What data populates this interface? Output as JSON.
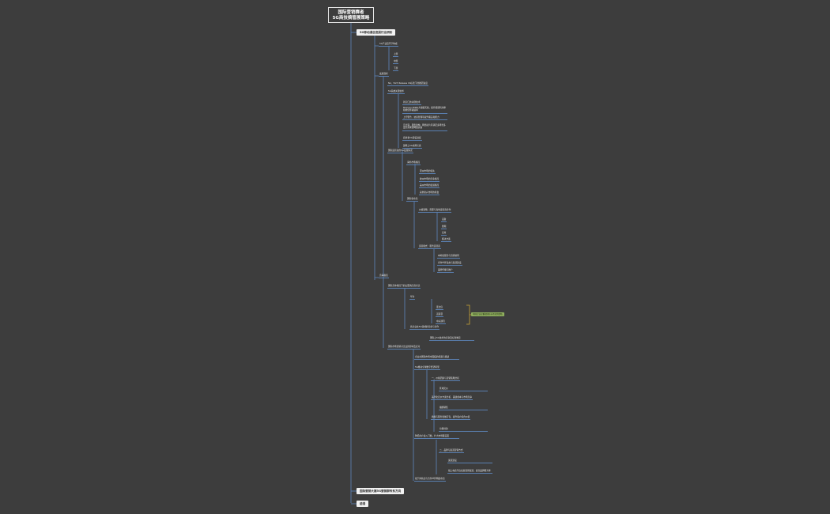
{
  "root": {
    "line1": "国际营销赛者",
    "line2": "5G商技摘管展策略"
  },
  "branches": [
    {
      "label": "5G移动通信发展行业研析"
    },
    {
      "label": "国际营销大赛5G营销群传系方向"
    },
    {
      "label": "结语"
    }
  ],
  "nodes": [
    "5G产业链环节构成",
    "上游",
    "中游",
    "下游",
    "发展现状",
    "NA、5GT/ Release 16标准下的推研进度",
    "5G系统关键技术",
    "新空口的关键技术",
    "Massive MIMO大规模天线，提升频谱利用率和峰值传输速率",
    "上行聚合、波束管理等提升覆盖和能力",
    "云计算、服务架构、网络切片等满足多场景多业务需求的网络演进",
    "商用和5G建设进度",
    "建网上5G支撑元素",
    "国际运营商的5G发展情况",
    "海外市场格局",
    "亚洲市场的领先",
    "欧洲市场的竞争格局",
    "美洲市场的发展格局",
    "其他新兴市场的机会",
    "国际化布局",
    "价格策略：需要与当地运营商合作",
    "设备",
    "终端",
    "应用",
    "解决方案",
    "运营模式：服务运营商",
    "本地化服务与营销协同",
    "合作伙伴生态与渠道建设",
    "品牌传播与推广",
    "竞争格局",
    "国际竞争格局下的主要供应商对比",
    "华为",
    "爱立信",
    "诺基亚",
    "中兴通讯",
    "各企业在5G领域的竞争与合作",
    "国际上5G技术的竞争及标准制定",
    "国际市场营销对企业的影响及应对",
    "企业在国际市场中面临的机遇与挑战",
    "5G推动全球数字经济转型",
    "一、价格因素与营销策略分析",
    "区域定价",
    "差异化定价方案分析，兼顾成本与市场竞争",
    "捆绑销售",
    "终端与服务套餐打包，提升客户综合价值",
    "分期付款",
    "降低用户进入门槛，扩大市场覆盖面",
    "二、品牌与渠道营销方式",
    "渠道建设",
    "线上电商平台拓展营销渠道，提高品牌曝光率",
    "线下体验店与合作伙伴网络布局",
    "三、推广与客户服务"
  ],
  "tag": "中国企业应重视国际市场营销策略"
}
